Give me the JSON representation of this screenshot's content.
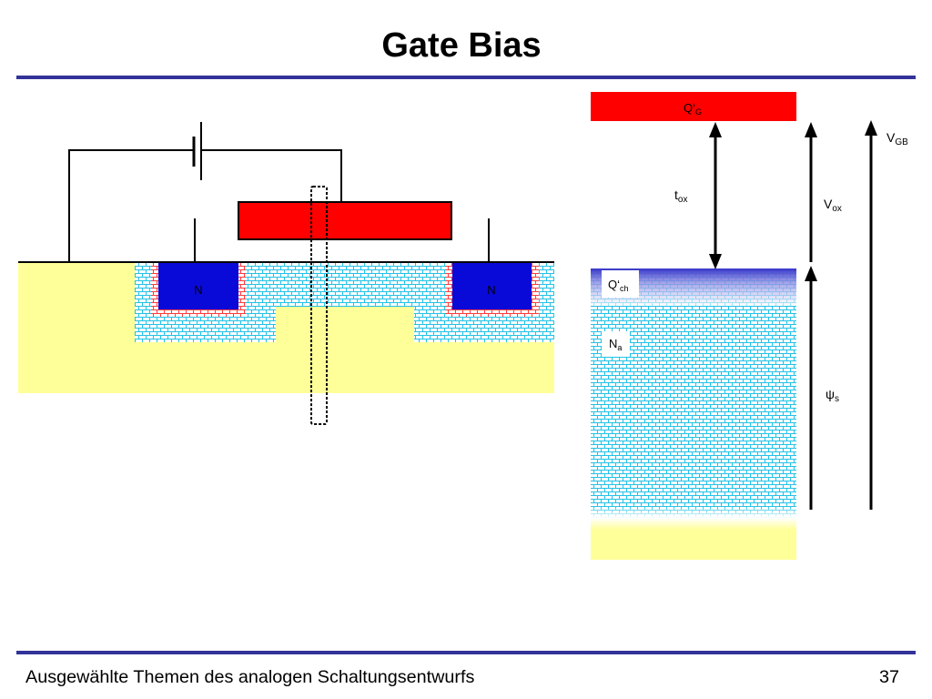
{
  "slide": {
    "title": "Gate Bias",
    "footer": "Ausgewählte Themen des analogen Schaltungsentwurfs",
    "page_number": "37"
  },
  "cross_section": {
    "source_label": "N",
    "drain_label": "N"
  },
  "band_diagram": {
    "gate_charge": {
      "main": "Q‘",
      "sub": "G"
    },
    "oxide_thickness": {
      "main": "t",
      "sub": "ox"
    },
    "oxide_voltage": {
      "main": "V",
      "sub": "ox"
    },
    "gate_bulk_voltage": {
      "main": "V",
      "sub": "GB"
    },
    "channel_charge": {
      "main": "Q‘",
      "sub": "ch"
    },
    "doping": {
      "main": "N",
      "sub": "a"
    },
    "surface_potential": {
      "main": "ψ",
      "sub": "s"
    }
  },
  "colors": {
    "accent_line": "#333399",
    "gate": "#ff0000",
    "n_region": "#0a0ad8",
    "substrate": "#ffff99",
    "depletion": "#22c2e6",
    "junction": "#ff3b3b"
  }
}
